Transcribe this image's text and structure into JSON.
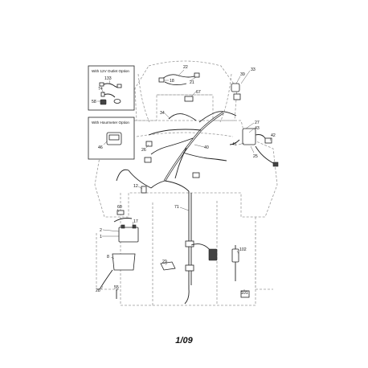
{
  "insets": [
    {
      "title": "With 12V Outlet Option",
      "callouts": [
        "133",
        "74",
        "58"
      ]
    },
    {
      "title": "With Hourmeter Option",
      "callouts": [
        "46"
      ]
    }
  ],
  "callouts": {
    "c22": "22",
    "c33": "33",
    "c18": "18",
    "c21": "21",
    "c39": "39",
    "c67": "67",
    "c34": "34",
    "c27": "27",
    "c43": "43",
    "c41": "41",
    "c42": "42",
    "c25": "25",
    "c26": "26",
    "c40": "40",
    "c12": "12",
    "c60": "60",
    "c17": "17",
    "c2": "2",
    "c1": "1",
    "c71": "71",
    "c102": "102",
    "c29": "29",
    "c8": "8",
    "c28": "28",
    "c55": "55",
    "c101": "101"
  },
  "page_number": "1/09"
}
